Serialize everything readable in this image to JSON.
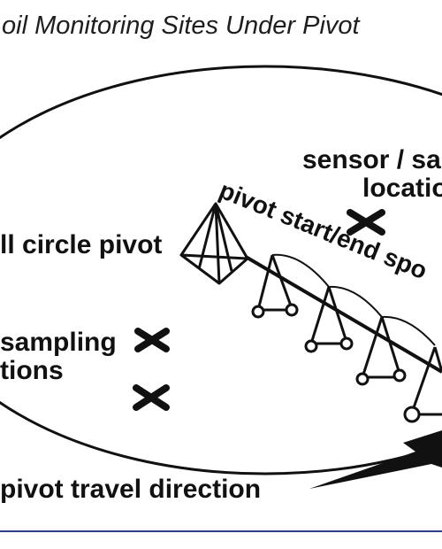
{
  "diagram": {
    "title": "oil Monitoring Sites Under Pivot",
    "labels": {
      "sensor_line1": "sensor / sa",
      "sensor_line2": "locatio",
      "pivot_label": "ll circle pivot",
      "start_end": "pivot start/end spo",
      "sampling_line1": "sampling",
      "sampling_line2": "tions",
      "travel_direction": "pivot travel direction"
    },
    "markers": [
      "sensor-site-marker",
      "sampling-site-marker-1",
      "sampling-site-marker-2"
    ],
    "colors": {
      "ink": "#111111",
      "title": "#1e1e1e",
      "rule": "#2b3f86",
      "background": "#ffffff"
    }
  }
}
